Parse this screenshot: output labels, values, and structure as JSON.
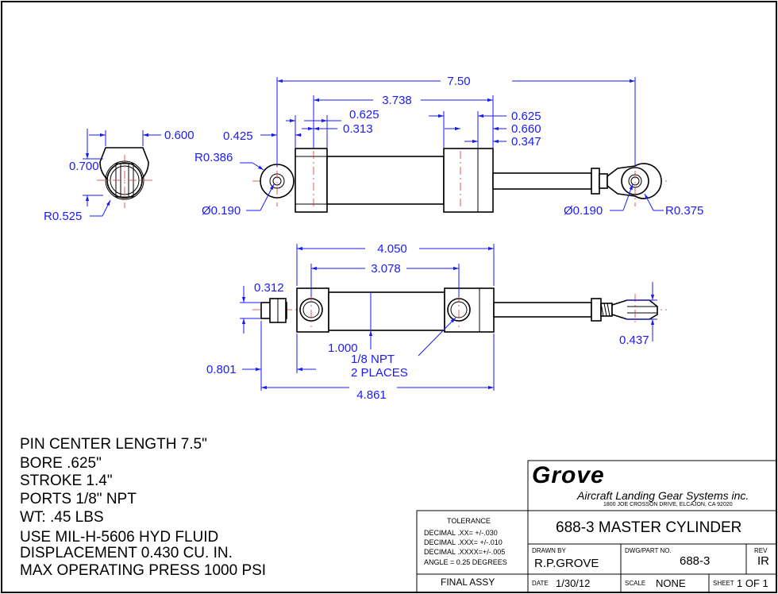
{
  "dimensions": {
    "d_750": "7.50",
    "d_3738": "3.738",
    "d_0625a": "0.625",
    "d_0313": "0.313",
    "d_0425": "0.425",
    "d_0625b": "0.625",
    "d_0660": "0.660",
    "d_0347": "0.347",
    "d_0600": "0.600",
    "d_0700": "0.700",
    "d_r0525": "R0.525",
    "d_r0386": "R0.386",
    "d_dia0190a": "Ø0.190",
    "d_dia0190b": "Ø0.190",
    "d_r0375": "R0.375",
    "d_4050": "4.050",
    "d_3078": "3.078",
    "d_0312": "0.312",
    "d_1000": "1.000",
    "d_npt1": "1/8 NPT",
    "d_npt2": "2 PLACES",
    "d_0437": "0.437",
    "d_0801": "0.801",
    "d_4861": "4.861"
  },
  "notes": [
    "PIN CENTER LENGTH 7.5\"",
    "BORE .625\"",
    "STROKE 1.4\"",
    "PORTS 1/8\" NPT",
    "WT:  .45 LBS",
    "USE MIL-H-5606 HYD FLUID",
    "DISPLACEMENT 0.430 CU. IN.",
    "MAX OPERATING PRESS 1000 PSI"
  ],
  "title_block": {
    "company": "Grove",
    "company_full": "Aircraft Landing Gear Systems inc.",
    "address": "1800 JOE CROSSON DRIVE, ELCAJON, CA 92020",
    "tolerance_title": "TOLERANCE",
    "tol_1": "DECIMAL  .XX=  +/-.030",
    "tol_2": "DECIMAL  .XXX= +/-.010",
    "tol_3": "DECIMAL  .XXXX=+/-.005",
    "tol_4": "ANGLE = 0.25 DEGREES",
    "title": "688-3 MASTER CYLINDER",
    "drawn_by_label": "DRAWN  BY",
    "drawn_by": "R.P.GROVE",
    "dwg_label": "DWG/PART  NO.",
    "dwg_no": "688-3",
    "rev_label": "REV",
    "rev": "IR",
    "assy": "FINAL ASSY",
    "date_label": "DATE",
    "date": "1/30/12",
    "scale_label": "SCALE",
    "scale": "NONE",
    "sheet_label": "SHEET",
    "sheet": "1 OF 1"
  }
}
